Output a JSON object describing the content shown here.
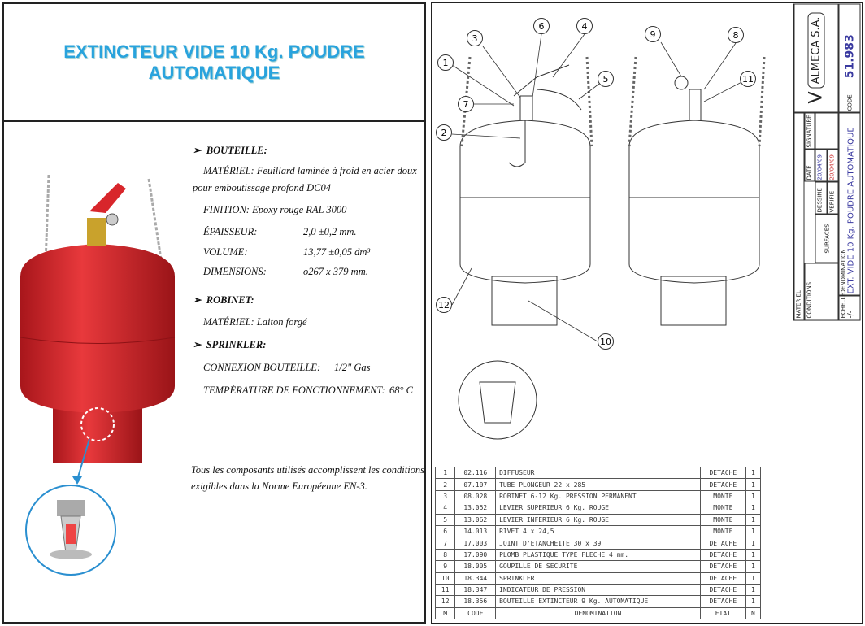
{
  "title": {
    "line1": "EXTINCTEUR VIDE 10 Kg. POUDRE",
    "line2": "AUTOMATIQUE"
  },
  "specs": {
    "bouteille": {
      "heading": "BOUTEILLE:",
      "materiel": "MATÉRIEL: Feuillard laminée à froid en acier doux",
      "materiel2": "pour emboutissage profond DC04",
      "finition": "FINITION: Epoxy rouge RAL 3000",
      "epaisseur_label": "ÉPAISSEUR:",
      "epaisseur_value": "2,0 ±0,2 mm.",
      "volume_label": "VOLUME:",
      "volume_value": "13,77 ±0,05 dm³",
      "dimensions_label": "DIMENSIONS:",
      "dimensions_value": "o267 x 379 mm."
    },
    "robinet": {
      "heading": "ROBINET:",
      "materiel": "MATÉRIEL: Laiton forgé"
    },
    "sprinkler": {
      "heading": "SPRINKLER:",
      "connexion_label": "CONNEXION BOUTEILLE:",
      "connexion_value": "1/2\" Gas",
      "temp_label": "TEMPÉRATURE DE FONCTIONNEMENT:",
      "temp_value": "68° C"
    },
    "note1": "Tous les composants utilisés accomplissent les conditions",
    "note2": "exigibles dans la Norme Européenne EN-3."
  },
  "callouts": [
    "1",
    "2",
    "3",
    "4",
    "5",
    "6",
    "7",
    "8",
    "9",
    "10",
    "11",
    "12"
  ],
  "parts": {
    "rows": [
      [
        "1",
        "02.116",
        "DIFFUSEUR",
        "DETACHE",
        "1"
      ],
      [
        "2",
        "07.107",
        "TUBE PLONGEUR 22 x 285",
        "DETACHE",
        "1"
      ],
      [
        "3",
        "08.028",
        "ROBINET 6-12 Kg. PRESSION PERMANENT",
        "MONTE",
        "1"
      ],
      [
        "4",
        "13.052",
        "LEVIER SUPERIEUR 6 Kg. ROUGE",
        "MONTE",
        "1"
      ],
      [
        "5",
        "13.062",
        "LEVIER INFERIEUR 6 Kg. ROUGE",
        "MONTE",
        "1"
      ],
      [
        "6",
        "14.013",
        "RIVET 4 x 24,5",
        "MONTE",
        "1"
      ],
      [
        "7",
        "17.003",
        "JOINT D'ETANCHEITE 30 x 39",
        "DETACHE",
        "1"
      ],
      [
        "8",
        "17.090",
        "PLOMB PLASTIQUE TYPE FLECHE 4 mm.",
        "DETACHE",
        "1"
      ],
      [
        "9",
        "18.005",
        "GOUPILLE DE SECURITE",
        "DETACHE",
        "1"
      ],
      [
        "10",
        "18.344",
        "SPRINKLER",
        "DETACHE",
        "1"
      ],
      [
        "11",
        "18.347",
        "INDICATEUR DE PRESSION",
        "DETACHE",
        "1"
      ],
      [
        "12",
        "18.356",
        "BOUTEILLE EXTINCTEUR 9 Kg. AUTOMATIQUE",
        "DETACHE",
        "1"
      ]
    ],
    "header": [
      "M",
      "CODE",
      "DENOMINATION",
      "ETAT",
      "N"
    ]
  },
  "titleblock": {
    "materiel": "MATERIEL",
    "conditions": "CONDITIONS",
    "surfaces": "SURFACES",
    "dessine": "DESSINE",
    "verifie": "VERIFIE",
    "date": "DATE",
    "signature": "SIGNATURE",
    "date1": "20/04/09",
    "date2": "20/04/09",
    "echelle": "ECHELLE",
    "echelle_value": "-/-",
    "denomination": "DENOMINATION",
    "denomination_value": "EXT. VIDE 10 Kg. POUDRE AUTOMATIQUE",
    "company": "ALMECA S.A.",
    "code_label": "CODE",
    "code_value": "51.983"
  },
  "colors": {
    "title": "#29a3dd",
    "tank": "#d8262b",
    "code": "#3a3aa0"
  }
}
